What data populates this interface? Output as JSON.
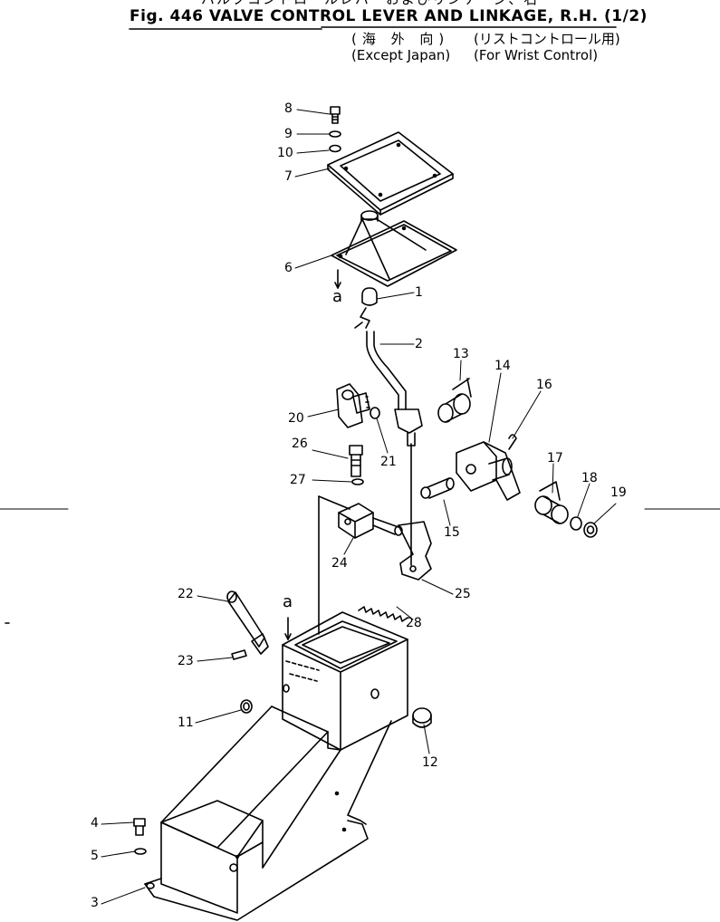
{
  "header": {
    "japanese_title": "バルブコントロールレバーおよびリンケージ、右",
    "figure_title": "Fig. 446 VALVE CONTROL LEVER AND LINKAGE, R.H. (1/2)",
    "box_left_line1": "(海 外 向)",
    "box_left_line2": "(Except Japan)",
    "box_right_line1": "(リストコントロール用)",
    "box_right_line2": "(For Wrist Control)"
  },
  "callouts": {
    "p1": "1",
    "p2": "2",
    "p3": "3",
    "p4": "4",
    "p5": "5",
    "p6": "6",
    "p7": "7",
    "p8": "8",
    "p9": "9",
    "p10": "10",
    "p11": "11",
    "p12": "12",
    "p13": "13",
    "p14": "14",
    "p15": "15",
    "p16": "16",
    "p17": "17",
    "p18": "18",
    "p19": "19",
    "p20": "20",
    "p21": "21",
    "p22": "22",
    "p23": "23",
    "p24": "24",
    "p25": "25",
    "p26": "26",
    "p27": "27",
    "p28": "28",
    "ref_a_top": "a",
    "ref_a_bottom": "a"
  }
}
